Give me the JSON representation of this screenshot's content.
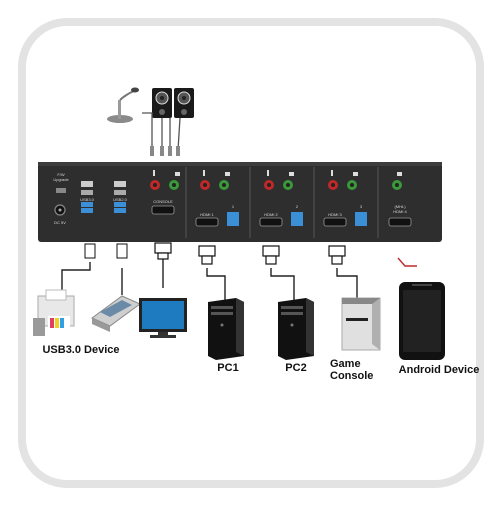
{
  "panel": {
    "fw_upgrade": "F/W\nUpgrade",
    "dc": "DC 5V",
    "usb3_label": "USB3.0",
    "usb2_label": "USB2.0",
    "console_label": "CONSOLE",
    "hdmi_labels": [
      "HDMI 1",
      "HDMI 2",
      "HDMI 3",
      "(MHL)\nHDMI 4"
    ],
    "port_numbers": [
      "1",
      "2",
      "3"
    ]
  },
  "devices": {
    "usb_device": "USB3.0 Device",
    "pc1": "PC1",
    "pc2": "PC2",
    "game_console": "Game\nConsole",
    "android": "Android Device"
  },
  "colors": {
    "panel": "#2e2e2e",
    "frame": "#e2e2e2",
    "usb3_blue": "#3a8fd6",
    "audio_red": "#c0282a",
    "audio_green": "#3a9a3a",
    "mhl_red": "#c0282a"
  }
}
